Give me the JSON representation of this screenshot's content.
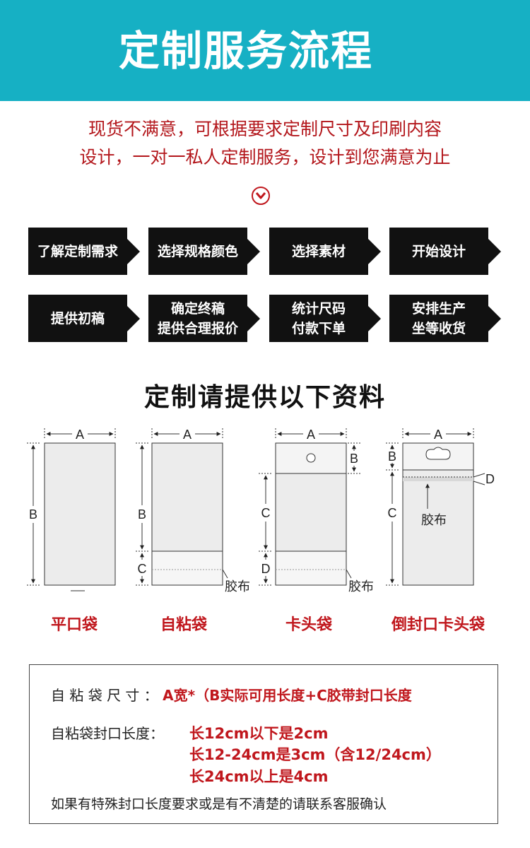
{
  "header": {
    "title": "定制服务流程"
  },
  "intro": {
    "line1": "现货不满意，可根据要求定制尺寸及印刷内容",
    "line2": "设计，一对一私人定制服务，设计到您满意为止"
  },
  "icons": {
    "down": "chevron-down-circle-icon"
  },
  "steps": [
    {
      "line1": "了解定制需求",
      "line2": ""
    },
    {
      "line1": "选择规格颜色",
      "line2": ""
    },
    {
      "line1": "选择素材",
      "line2": ""
    },
    {
      "line1": "开始设计",
      "line2": ""
    },
    {
      "line1": "提供初稿",
      "line2": ""
    },
    {
      "line1": "确定终稿",
      "line2": "提供合理报价"
    },
    {
      "line1": "统计尺码",
      "line2": "付款下单"
    },
    {
      "line1": "安排生产",
      "line2": "坐等收货"
    }
  ],
  "materials_title": "定制请提供以下资料",
  "diagram_labels": {
    "a": "A",
    "b": "B",
    "c": "C",
    "d": "D",
    "tape": "胶布"
  },
  "bags": [
    {
      "name": "平口袋"
    },
    {
      "name": "自粘袋"
    },
    {
      "name": "卡头袋"
    },
    {
      "name": "倒封口卡头袋"
    }
  ],
  "info": {
    "size_label": "自 粘 袋 尺 寸 ：",
    "size_value": "A宽*（B实际可用长度+C胶带封口长度",
    "seal_label": "自粘袋封口长度：",
    "seal_rules": [
      "长12cm以下是2cm",
      "长12-24cm是3cm（含12/24cm）",
      "长24cm以上是4cm"
    ],
    "note": "如果有特殊封口长度要求或是有不清楚的请联系客服确认"
  },
  "colors": {
    "header_bg": "#16b0c4",
    "accent_red": "#c0171d",
    "step_bg": "#111111"
  }
}
